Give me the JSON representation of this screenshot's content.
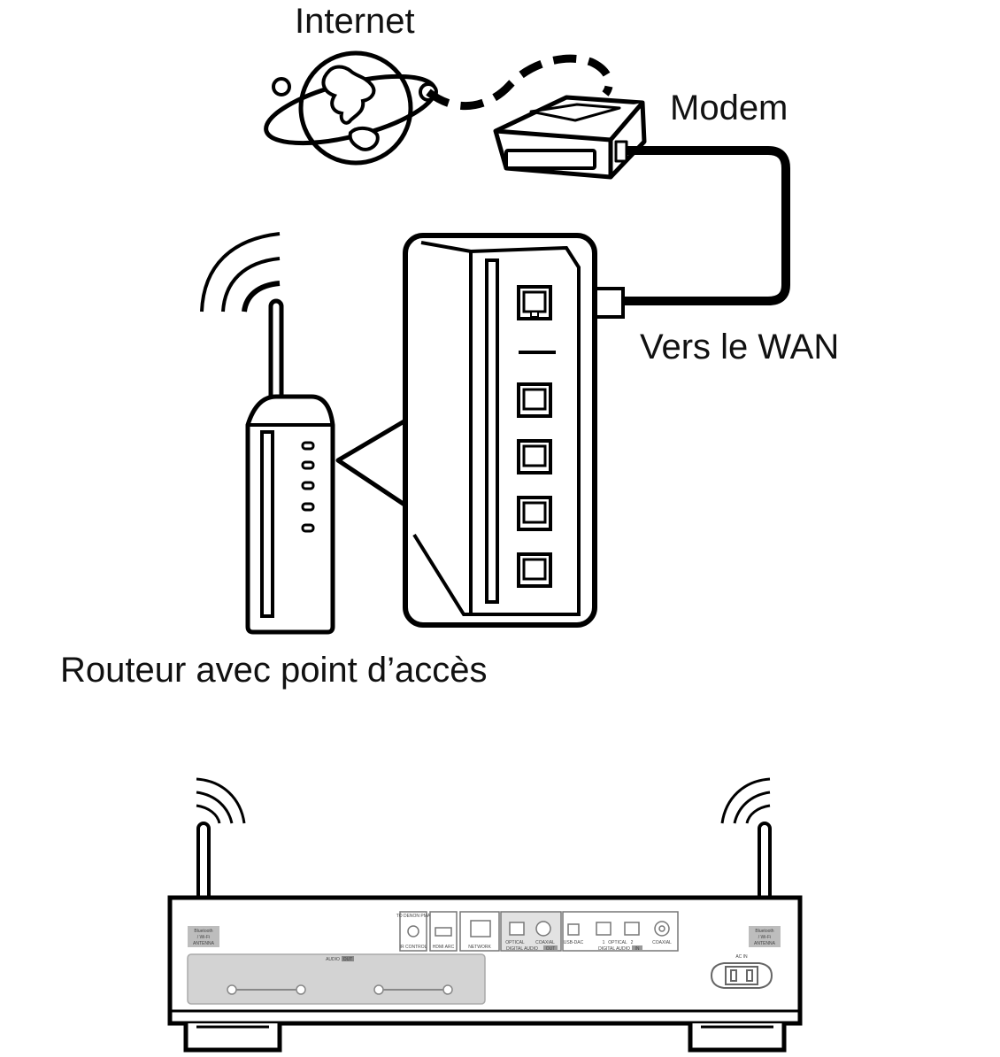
{
  "labels": {
    "internet": "Internet",
    "modem": "Modem",
    "to_wan": "Vers le WAN",
    "router": "Routeur avec point d’accès"
  },
  "rear_panel": {
    "antenna_left": [
      "Bluetooth",
      "/ Wi-Fi",
      "ANTENNA"
    ],
    "antenna_right": [
      "Bluetooth",
      "/ Wi-Fi",
      "ANTENNA"
    ],
    "ir_control": "IR CONTROL",
    "to_denon": "TO DENON PMA",
    "hdmi_arc": "HDMI ARC",
    "network": "NETWORK",
    "digital_audio_out": "DIGITAL AUDIO",
    "out_badge": "OUT",
    "optical": "OPTICAL",
    "coaxial": "COAXIAL",
    "usb_dac": "USB-DAC",
    "digital_audio_in": "DIGITAL AUDIO",
    "in_badge": "IN",
    "optical_1": "1",
    "optical_label": "OPTICAL",
    "optical_2": "2",
    "coaxial_in": "COAXIAL",
    "audio_out": "AUDIO",
    "audio_out_badge": "OUT",
    "ac_in": "AC IN"
  },
  "colors": {
    "line": "#000000",
    "panel_line": "#555555",
    "panel_fill": "#ffffff",
    "panel_texture": "#cfcfcf"
  }
}
